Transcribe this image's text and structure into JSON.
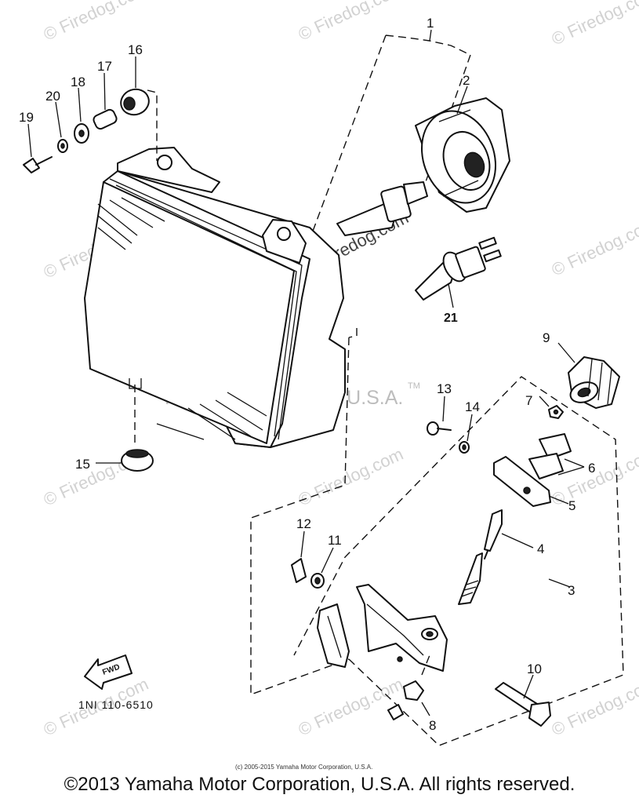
{
  "part_labels": {
    "p1": "1",
    "p2": "2",
    "p3": "3",
    "p4": "4",
    "p5": "5",
    "p6": "6",
    "p7": "7",
    "p8": "8",
    "p9": "9",
    "p10": "10",
    "p11": "11",
    "p12": "12",
    "p13": "13",
    "p14": "14",
    "p15": "15",
    "p16": "16",
    "p17": "17",
    "p18": "18",
    "p19": "19",
    "p20": "20",
    "p21": "21"
  },
  "watermark": {
    "site": "© Firedog.com",
    "site_rotated": "© Firedog.com",
    "center_text": "Yamaha Motor Corp, U.S.A.",
    "tm": "TM"
  },
  "fwd_label": "FWD",
  "diagram_code": "1NI 110-6510",
  "small_copyright": "(c) 2005-2015 Yamaha Motor Corporation, U.S.A.",
  "bottom_copyright": "©2013 Yamaha Motor Corporation, U.S.A. All rights reserved."
}
